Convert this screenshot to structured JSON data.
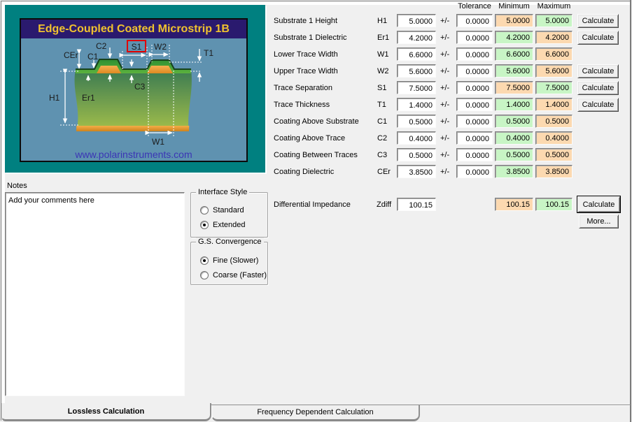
{
  "diagram": {
    "title": "Edge-Coupled Coated Microstrip 1B",
    "website": "www.polarinstruments.com",
    "labels": {
      "cer": "CEr",
      "c1": "C1",
      "c2": "C2",
      "s1": "S1",
      "w2": "W2",
      "t1": "T1",
      "h1": "H1",
      "er1": "Er1",
      "c3": "C3",
      "w1": "W1"
    },
    "colors": {
      "panel": "#008080",
      "background": "#5f92b0",
      "banner": "#2a1a6e",
      "title_text": "#f0c22f",
      "website_text": "#3b35b5",
      "highlight_box": "#e00000"
    }
  },
  "form": {
    "headers": {
      "tolerance": "Tolerance",
      "minimum": "Minimum",
      "maximum": "Maximum"
    },
    "plus_minus": "+/-",
    "calculate_label": "Calculate",
    "more_label": "More...",
    "colors": {
      "orange": "#fcd9b0",
      "green": "#c8f5c5"
    },
    "rows": [
      {
        "label": "Substrate 1 Height",
        "sym": "H1",
        "value": "5.0000",
        "tol": "0.0000",
        "min": "5.0000",
        "max": "5.0000",
        "min_color": "orange",
        "max_color": "green",
        "calc": true
      },
      {
        "label": "Substrate 1 Dielectric",
        "sym": "Er1",
        "value": "4.2000",
        "tol": "0.0000",
        "min": "4.2000",
        "max": "4.2000",
        "min_color": "green",
        "max_color": "orange",
        "calc": true
      },
      {
        "label": "Lower Trace Width",
        "sym": "W1",
        "value": "6.6000",
        "tol": "0.0000",
        "min": "6.6000",
        "max": "6.6000",
        "min_color": "green",
        "max_color": "orange",
        "calc": false
      },
      {
        "label": "Upper Trace Width",
        "sym": "W2",
        "value": "5.6000",
        "tol": "0.0000",
        "min": "5.6000",
        "max": "5.6000",
        "min_color": "green",
        "max_color": "orange",
        "calc": true
      },
      {
        "label": "Trace Separation",
        "sym": "S1",
        "value": "7.5000",
        "tol": "0.0000",
        "min": "7.5000",
        "max": "7.5000",
        "min_color": "orange",
        "max_color": "green",
        "calc": true
      },
      {
        "label": "Trace Thickness",
        "sym": "T1",
        "value": "1.4000",
        "tol": "0.0000",
        "min": "1.4000",
        "max": "1.4000",
        "min_color": "green",
        "max_color": "orange",
        "calc": true
      },
      {
        "label": "Coating Above Substrate",
        "sym": "C1",
        "value": "0.5000",
        "tol": "0.0000",
        "min": "0.5000",
        "max": "0.5000",
        "min_color": "green",
        "max_color": "orange",
        "calc": false
      },
      {
        "label": "Coating Above Trace",
        "sym": "C2",
        "value": "0.4000",
        "tol": "0.0000",
        "min": "0.4000",
        "max": "0.4000",
        "min_color": "green",
        "max_color": "orange",
        "calc": false
      },
      {
        "label": "Coating Between Traces",
        "sym": "C3",
        "value": "0.5000",
        "tol": "0.0000",
        "min": "0.5000",
        "max": "0.5000",
        "min_color": "green",
        "max_color": "orange",
        "calc": false
      },
      {
        "label": "Coating Dielectric",
        "sym": "CEr",
        "value": "3.8500",
        "tol": "0.0000",
        "min": "3.8500",
        "max": "3.8500",
        "min_color": "green",
        "max_color": "orange",
        "calc": false
      }
    ],
    "zdiff": {
      "label": "Differential Impedance",
      "sym": "Zdiff",
      "value": "100.15",
      "min": "100.15",
      "max": "100.15",
      "min_color": "orange",
      "max_color": "green"
    }
  },
  "notes": {
    "label": "Notes",
    "content": "Add your comments here"
  },
  "interface_style": {
    "title": "Interface Style",
    "options": [
      {
        "label": "Standard",
        "selected": false
      },
      {
        "label": "Extended",
        "selected": true
      }
    ]
  },
  "gs_convergence": {
    "title": "G.S. Convergence",
    "options": [
      {
        "label": "Fine (Slower)",
        "selected": true
      },
      {
        "label": "Coarse (Faster)",
        "selected": false
      }
    ]
  },
  "tabs": [
    {
      "label": "Lossless Calculation",
      "active": true
    },
    {
      "label": "Frequency Dependent Calculation",
      "active": false
    }
  ]
}
